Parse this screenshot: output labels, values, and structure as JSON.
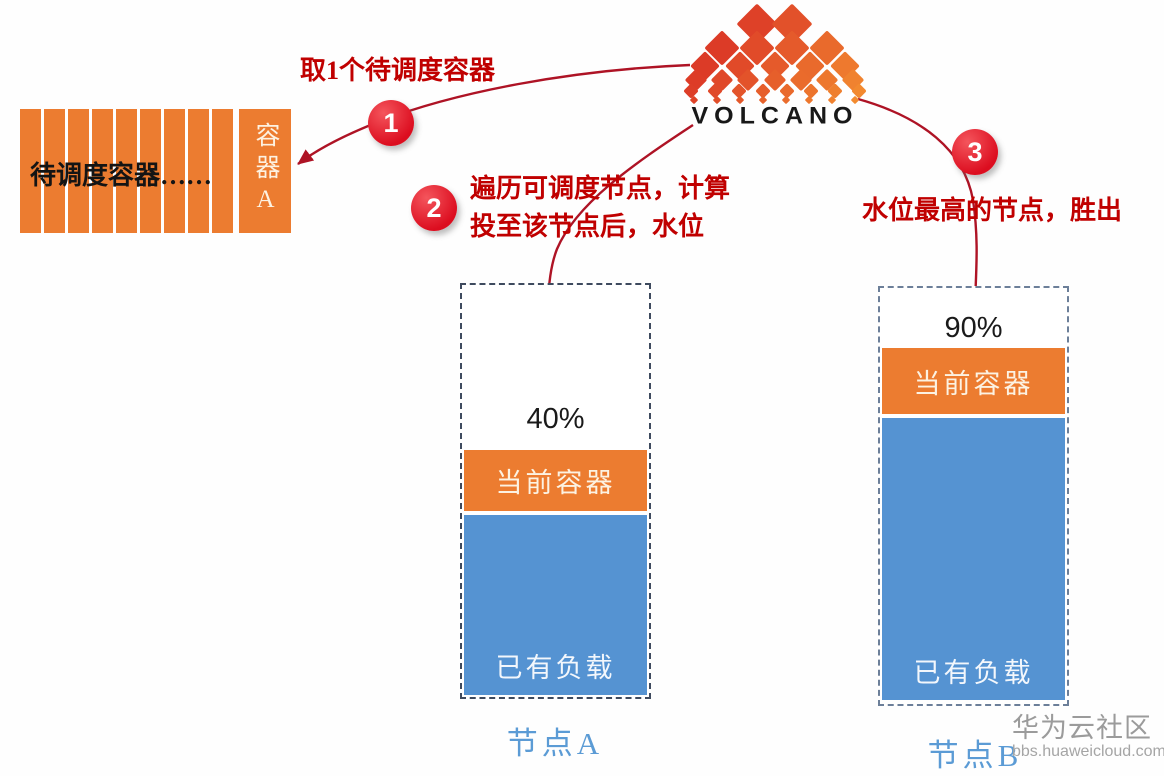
{
  "queue": {
    "label": "待调度容器……",
    "container_a": "容器A",
    "bar_count": 9
  },
  "logo": {
    "text": "VOLCANO"
  },
  "steps": [
    {
      "number": "1",
      "label": "取1个待调度容器"
    },
    {
      "number": "2",
      "label_line1": "遍历可调度节点，计算",
      "label_line2": "投至该节点后，水位"
    },
    {
      "number": "3",
      "label": "水位最高的节点，胜出"
    }
  ],
  "nodes": [
    {
      "name": "节点A",
      "water_level": "40%",
      "current_block": "当前容器",
      "existing_block": "已有负载"
    },
    {
      "name": "节点B",
      "water_level": "90%",
      "current_block": "当前容器",
      "existing_block": "已有负载"
    }
  ],
  "watermark": {
    "community": "华为云社区",
    "site": "bbs.huaweicloud.com"
  },
  "colors": {
    "orange": "#EC7C30",
    "blue": "#5593D2",
    "red_text": "#C00000",
    "arrow": "#AE1325",
    "node_label": "#5B9BD5",
    "dash_node_a": "#3E4A5E",
    "dash_node_b": "#6C7F99"
  }
}
